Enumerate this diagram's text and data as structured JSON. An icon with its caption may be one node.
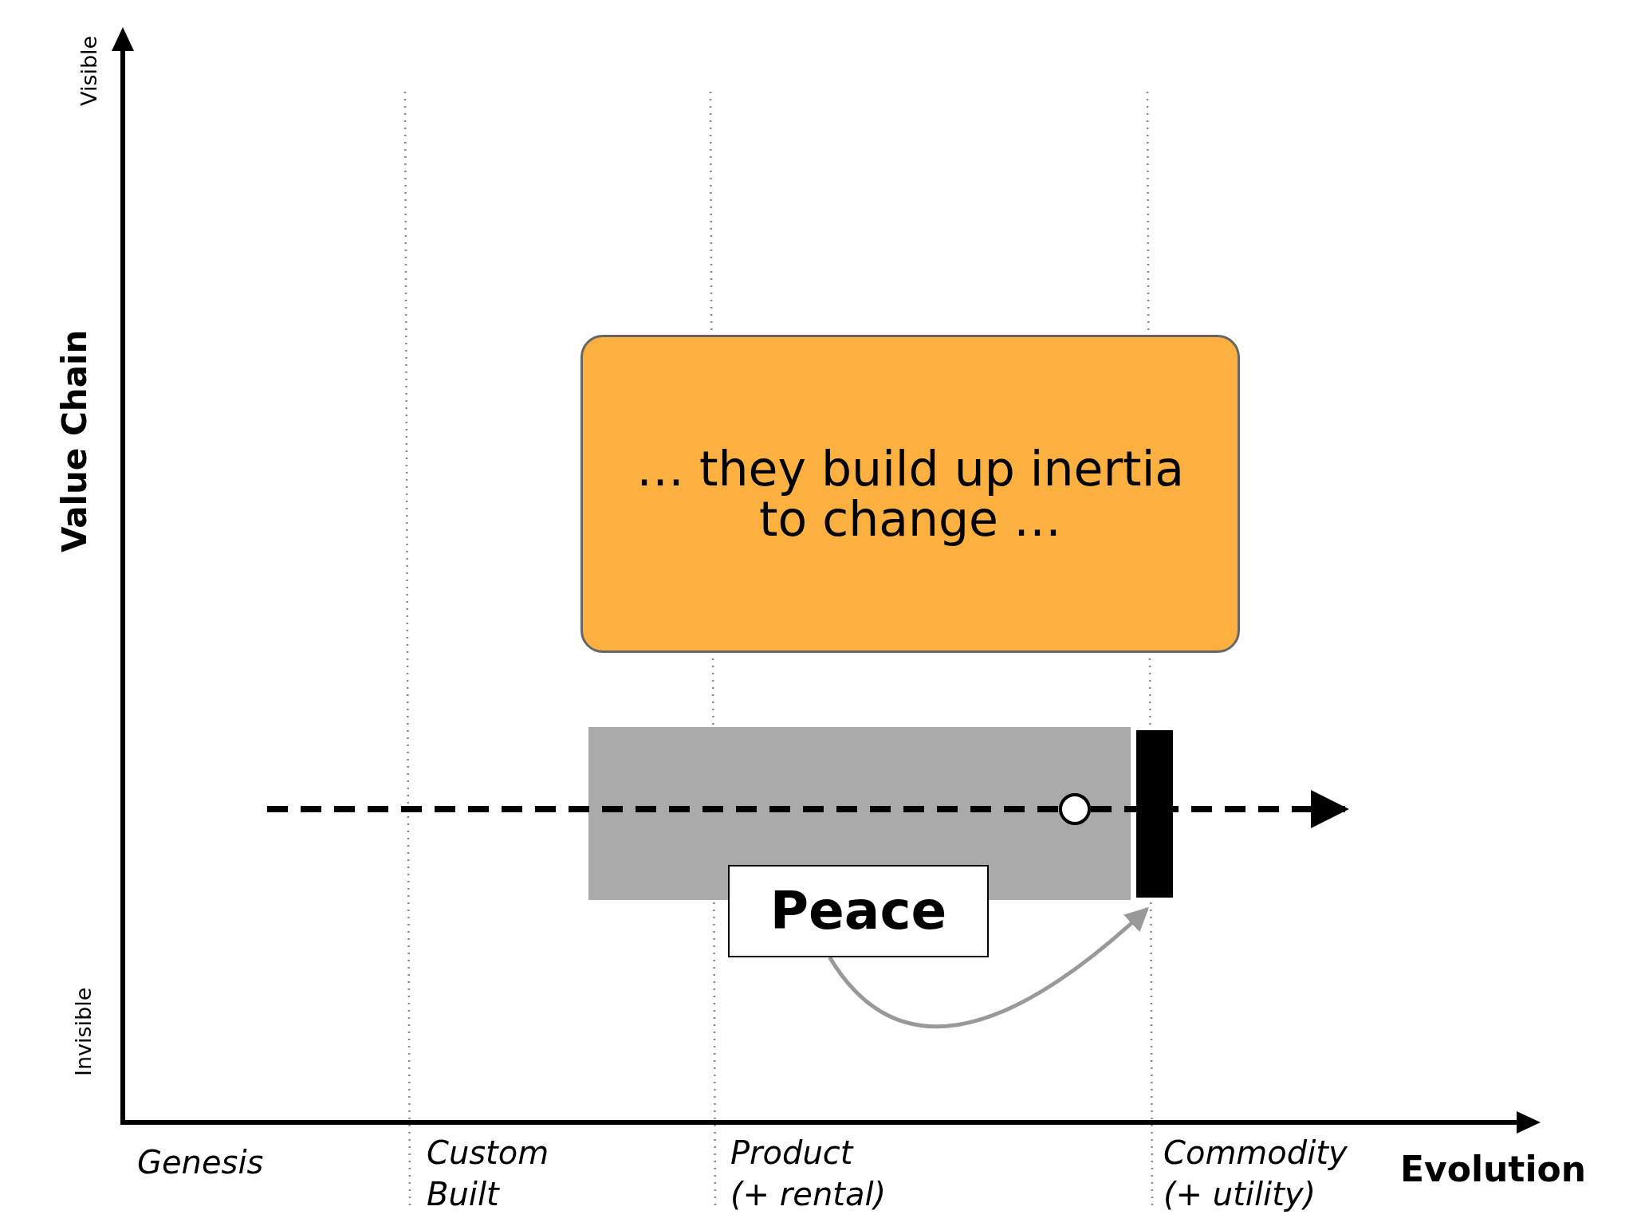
{
  "diagram": {
    "nodes": [
      {
        "text": [
          "… they build up inertia to change …"
        ]
      },
      {
        "text": [],
        "shape": "bar"
      },
      {
        "text": [],
        "shape": "bar"
      },
      {
        "text": [],
        "shape": "circle",
        "in": 1
      },
      {
        "text": [
          "Peace"
        ]
      }
    ],
    "edges": [
      {
        "from": null,
        "to": 3,
        "arrow": "none",
        "style": "dashed"
      },
      {
        "from": 3,
        "to": null,
        "arrow": "to",
        "style": "dashed"
      },
      {
        "from": 4,
        "to": 2,
        "arrow": "to",
        "color": "#999999"
      }
    ],
    "labels": [
      "Visible",
      "Value Chain",
      "Invisible",
      "Genesis",
      "Custom Built",
      "Product (+ rental)",
      "Commodity (+ utility)",
      "Evolution"
    ]
  }
}
